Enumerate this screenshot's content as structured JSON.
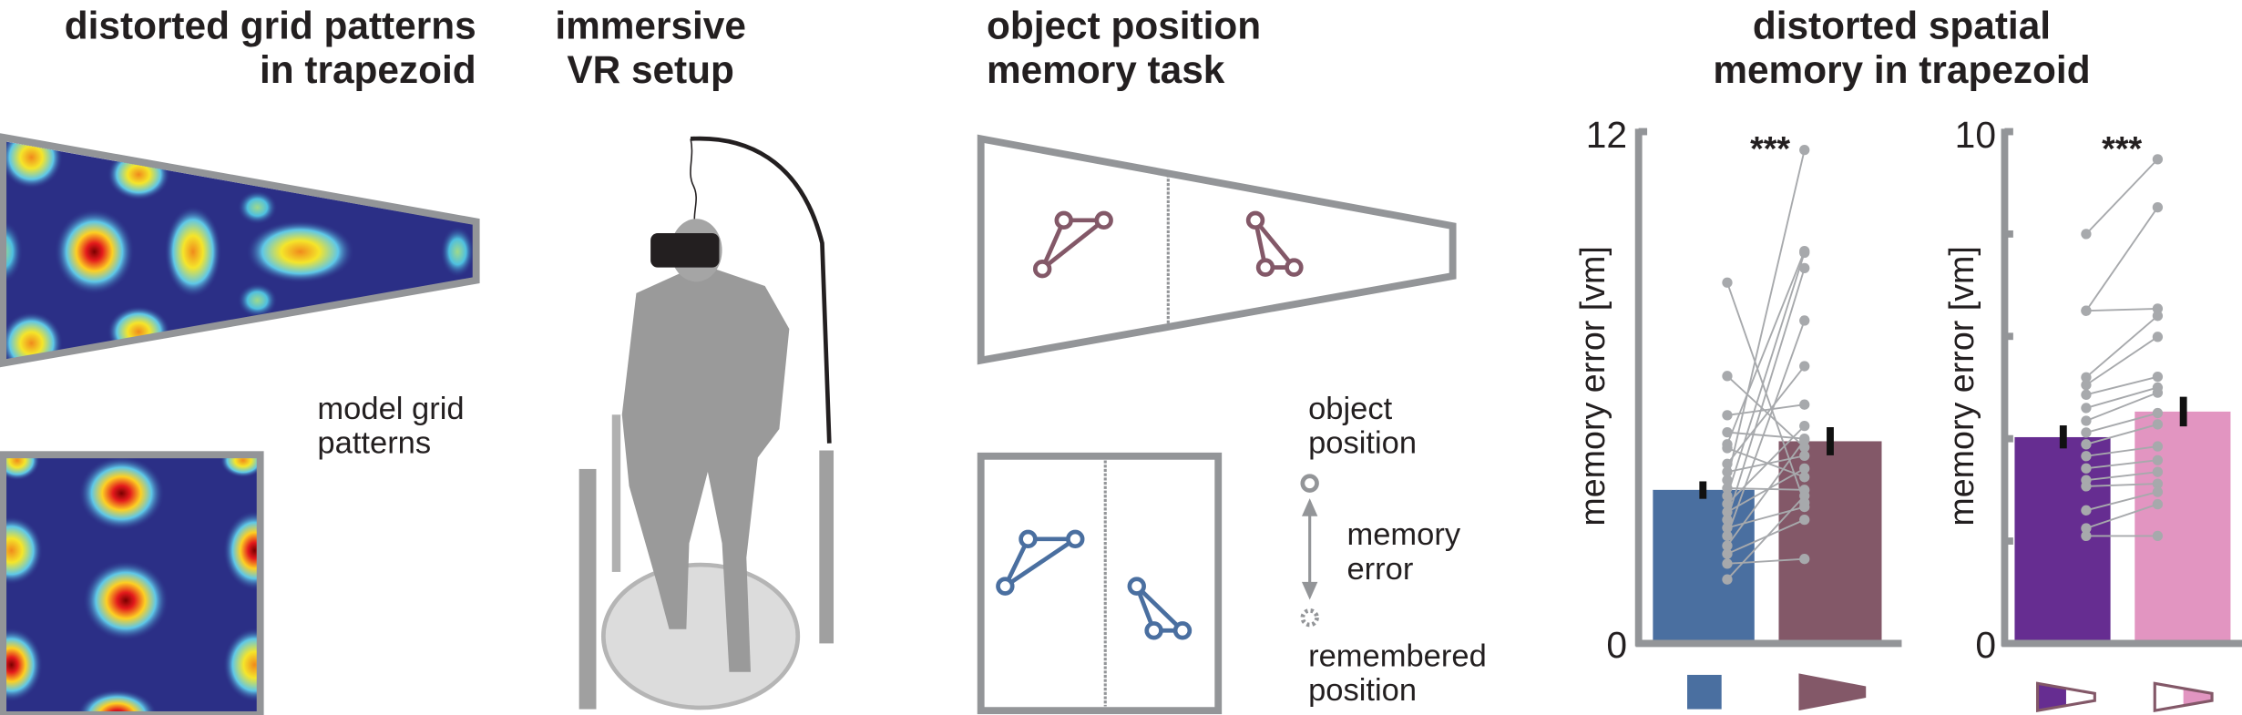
{
  "panels": {
    "grid": {
      "title": [
        "distorted grid patterns",
        "in trapezoid"
      ],
      "model_label": [
        "model grid",
        "patterns"
      ]
    },
    "vr": {
      "title": [
        "immersive",
        "VR setup"
      ]
    },
    "task": {
      "title": [
        "object position",
        "memory task"
      ],
      "legend_object": [
        "object",
        "position"
      ],
      "legend_error": [
        "memory",
        "error"
      ],
      "legend_remembered": [
        "remembered",
        "position"
      ]
    },
    "memory": {
      "title": [
        "distorted spatial",
        "memory in trapezoid"
      ]
    }
  },
  "colors": {
    "axis": "#939598",
    "square": "#4a6fa0",
    "trapezoid": "#835868",
    "trap_wide": "#662d91",
    "trap_narrow": "#e295c1",
    "points": "#a7a9ac",
    "heat_bg": "#2b2f86"
  },
  "chart_data": [
    {
      "type": "bar",
      "ylabel": "memory error [vm]",
      "ylim": [
        0,
        12
      ],
      "ytick_labels": [
        "0",
        "12"
      ],
      "significance": "***",
      "categories": [
        "square",
        "trapezoid"
      ],
      "values": [
        3.6,
        4.74
      ],
      "errors": [
        [
          3.39,
          3.8
        ],
        [
          4.41,
          5.07
        ]
      ],
      "paired_points": [
        [
          8.46,
          3.3
        ],
        [
          6.27,
          4.6
        ],
        [
          5.35,
          5.6
        ],
        [
          4.95,
          4.8
        ],
        [
          4.67,
          9.2
        ],
        [
          4.58,
          3.9
        ],
        [
          4.21,
          6.5
        ],
        [
          4.02,
          4.4
        ],
        [
          3.83,
          11.57
        ],
        [
          3.64,
          3.6
        ],
        [
          3.46,
          9.16
        ],
        [
          3.27,
          5.1
        ],
        [
          3.08,
          4.1
        ],
        [
          2.9,
          8.8
        ],
        [
          2.71,
          3.2
        ],
        [
          2.52,
          7.57
        ],
        [
          2.29,
          4.77
        ],
        [
          2.1,
          2.9
        ],
        [
          1.87,
          1.98
        ],
        [
          1.5,
          3.46
        ]
      ]
    },
    {
      "type": "bar",
      "ylabel": "memory error [vm]",
      "ylim": [
        0,
        10
      ],
      "ytick_labels": [
        "0",
        "10"
      ],
      "yticks": [
        0,
        2,
        4,
        6,
        8,
        10
      ],
      "significance": "***",
      "categories": [
        "trapezoid wide half",
        "trapezoid narrow half"
      ],
      "values": [
        4.03,
        4.53
      ],
      "errors": [
        [
          3.81,
          4.26
        ],
        [
          4.24,
          4.82
        ]
      ],
      "paired_points": [
        [
          8.0,
          9.46
        ],
        [
          6.5,
          8.52
        ],
        [
          6.5,
          6.54
        ],
        [
          5.2,
          6.4
        ],
        [
          5.05,
          5.99
        ],
        [
          4.86,
          5.21
        ],
        [
          4.6,
          5.0
        ],
        [
          4.35,
          4.9
        ],
        [
          4.12,
          4.5
        ],
        [
          3.89,
          4.28
        ],
        [
          3.66,
          3.85
        ],
        [
          3.42,
          3.58
        ],
        [
          3.19,
          3.35
        ],
        [
          3.07,
          3.12
        ],
        [
          2.6,
          2.96
        ],
        [
          2.25,
          2.72
        ],
        [
          2.1,
          2.1
        ]
      ]
    }
  ]
}
